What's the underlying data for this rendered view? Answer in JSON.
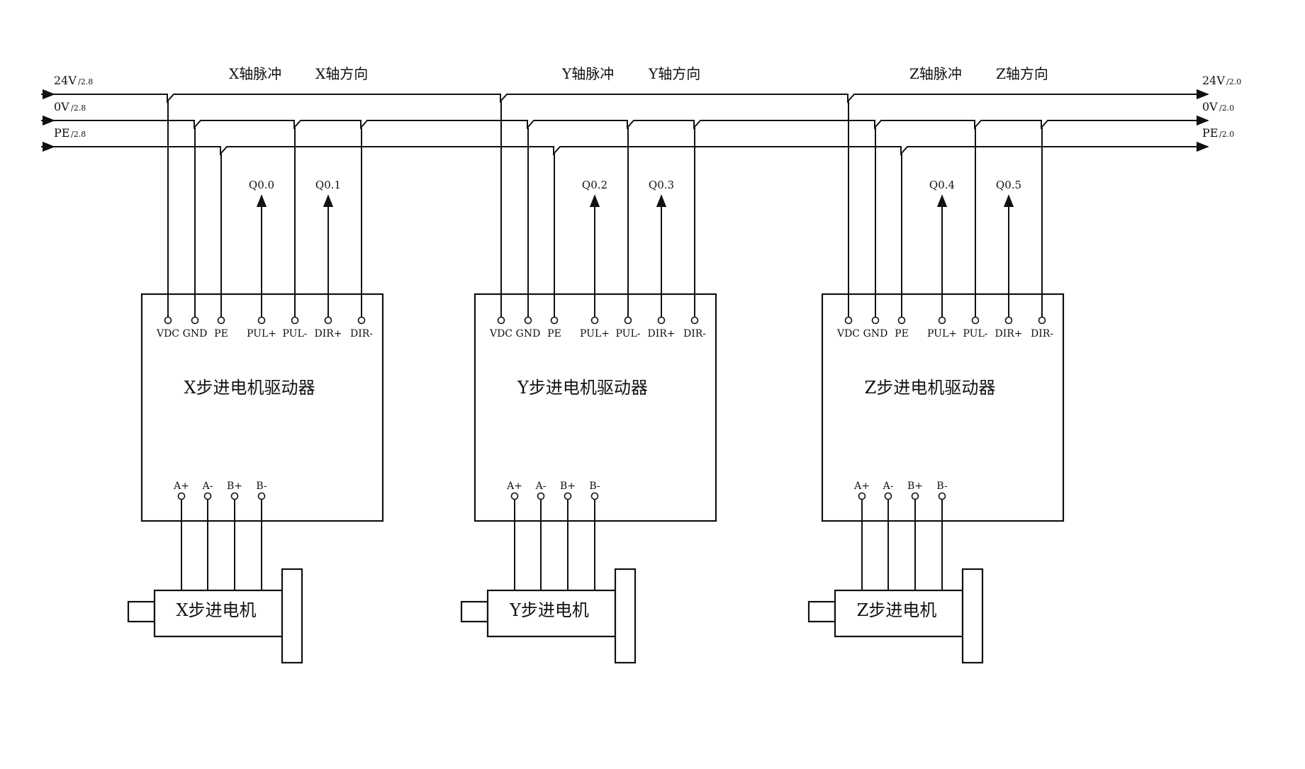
{
  "rails": [
    {
      "id": "24v",
      "left_main": "24V",
      "left_sub": "/2.8",
      "right_main": "24V",
      "right_sub": "/2.0"
    },
    {
      "id": "0v",
      "left_main": "0V",
      "left_sub": "/2.8",
      "right_main": "0V",
      "right_sub": "/2.0"
    },
    {
      "id": "pe",
      "left_main": "PE",
      "left_sub": "/2.8",
      "right_main": "PE",
      "right_sub": "/2.0"
    }
  ],
  "drivers": [
    {
      "axis": "x",
      "pulse_label": "X轴脉冲",
      "dir_label": "X轴方向",
      "outputs": [
        "Q0.0",
        "Q0.1"
      ],
      "title": "X步进电机驱动器",
      "motor": "X步进电机"
    },
    {
      "axis": "y",
      "pulse_label": "Y轴脉冲",
      "dir_label": "Y轴方向",
      "outputs": [
        "Q0.2",
        "Q0.3"
      ],
      "title": "Y步进电机驱动器",
      "motor": "Y步进电机"
    },
    {
      "axis": "z",
      "pulse_label": "Z轴脉冲",
      "dir_label": "Z轴方向",
      "outputs": [
        "Q0.4",
        "Q0.5"
      ],
      "title": "Z步进电机驱动器",
      "motor": "Z步进电机"
    }
  ],
  "input_pins": [
    "VDC",
    "GND",
    "PE",
    "PUL+",
    "PUL-",
    "DIR+",
    "DIR-"
  ],
  "motor_pins": [
    "A+",
    "A-",
    "B+",
    "B-"
  ]
}
